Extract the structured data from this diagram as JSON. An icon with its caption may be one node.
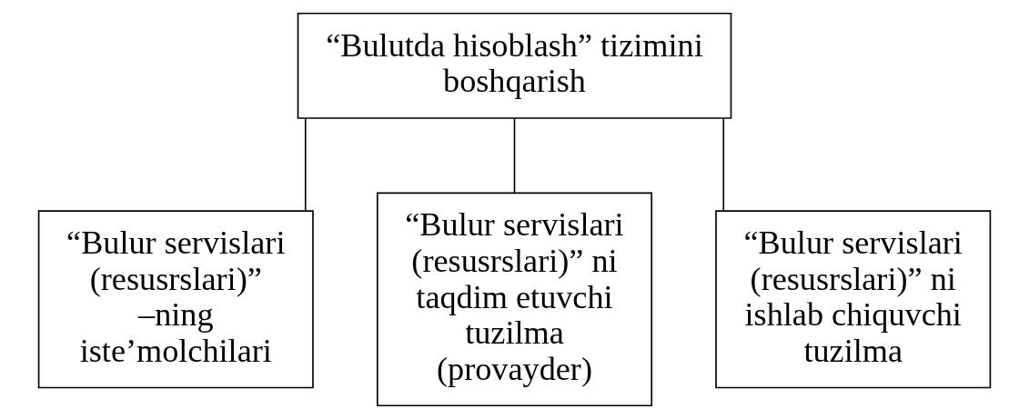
{
  "diagram": {
    "nodes": [
      {
        "text": [
          "“Bulutda hisoblash” tizimini boshqarish"
        ]
      },
      {
        "text": [
          "“Bulur servislari (resusrslari)” –ning iste’molchilari"
        ]
      },
      {
        "text": [
          "“Bulur servislari (resusrslari)” ni taqdim etuvchi tuzilma (provayder)"
        ]
      },
      {
        "text": [
          "“Bulur servislari (resusrslari)” ni ishlab chiquvchi tuzilma"
        ]
      }
    ],
    "edges": [
      {
        "from": 0,
        "to": 1,
        "arrow": "none"
      },
      {
        "from": 0,
        "to": 2,
        "arrow": "none"
      },
      {
        "from": 0,
        "to": 3,
        "arrow": "none"
      }
    ]
  }
}
